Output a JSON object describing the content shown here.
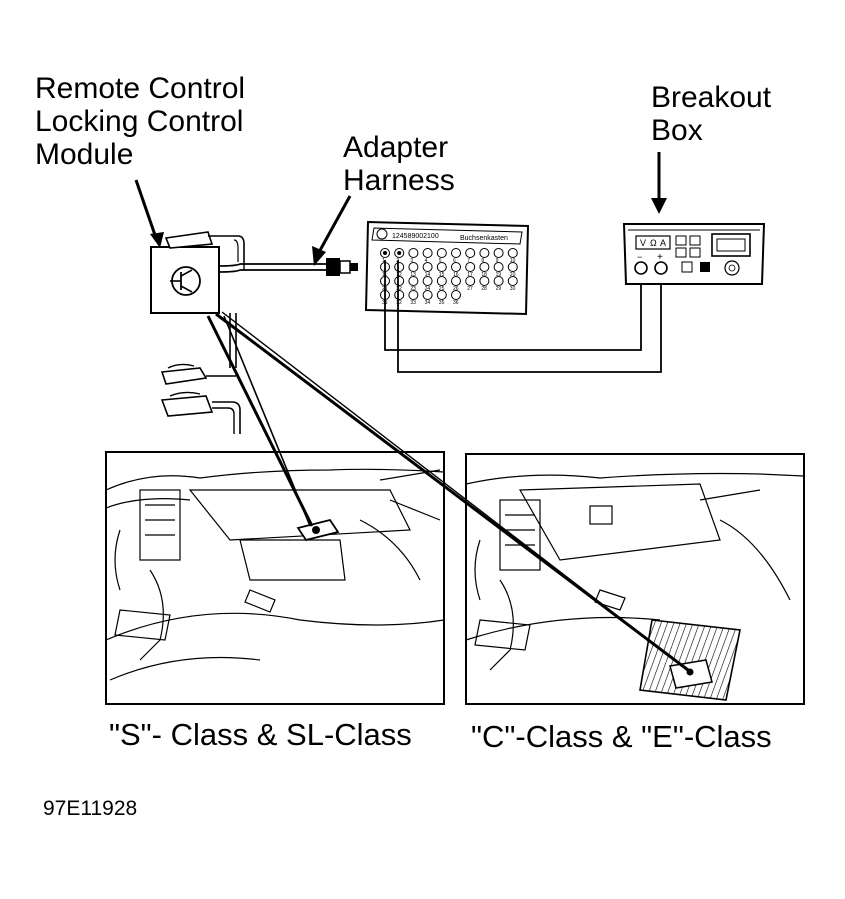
{
  "labels": {
    "module_line1": "Remote Control",
    "module_line2": "Locking Control",
    "module_line3": "Module",
    "adapter_line1": "Adapter",
    "adapter_line2": "Harness",
    "breakout_line1": "Breakout",
    "breakout_line2": "Box",
    "caption_left": "\"S\"- Class & SL-Class",
    "caption_right": "\"C\"-Class & \"E\"-Class",
    "figure_id": "97E11928"
  },
  "adapter_box": {
    "part_text": "124589002100",
    "box_text": "Buchsenkasten",
    "pins_row1": [
      "1",
      "2",
      "3",
      "4",
      "5",
      "6",
      "7",
      "8",
      "9",
      "10"
    ],
    "pins_row2": [
      "11",
      "12",
      "13",
      "14",
      "15",
      "16",
      "17",
      "18",
      "19",
      "20"
    ],
    "pins_row3": [
      "21",
      "22",
      "23",
      "24",
      "25",
      "26",
      "27",
      "28",
      "29",
      "30"
    ],
    "pins_row4": [
      "31",
      "32",
      "33",
      "34",
      "35",
      "36"
    ]
  },
  "meter": {
    "mode_labels": [
      "V",
      "Ω",
      "A"
    ],
    "terminal_neg": "−",
    "terminal_pos": "+"
  }
}
